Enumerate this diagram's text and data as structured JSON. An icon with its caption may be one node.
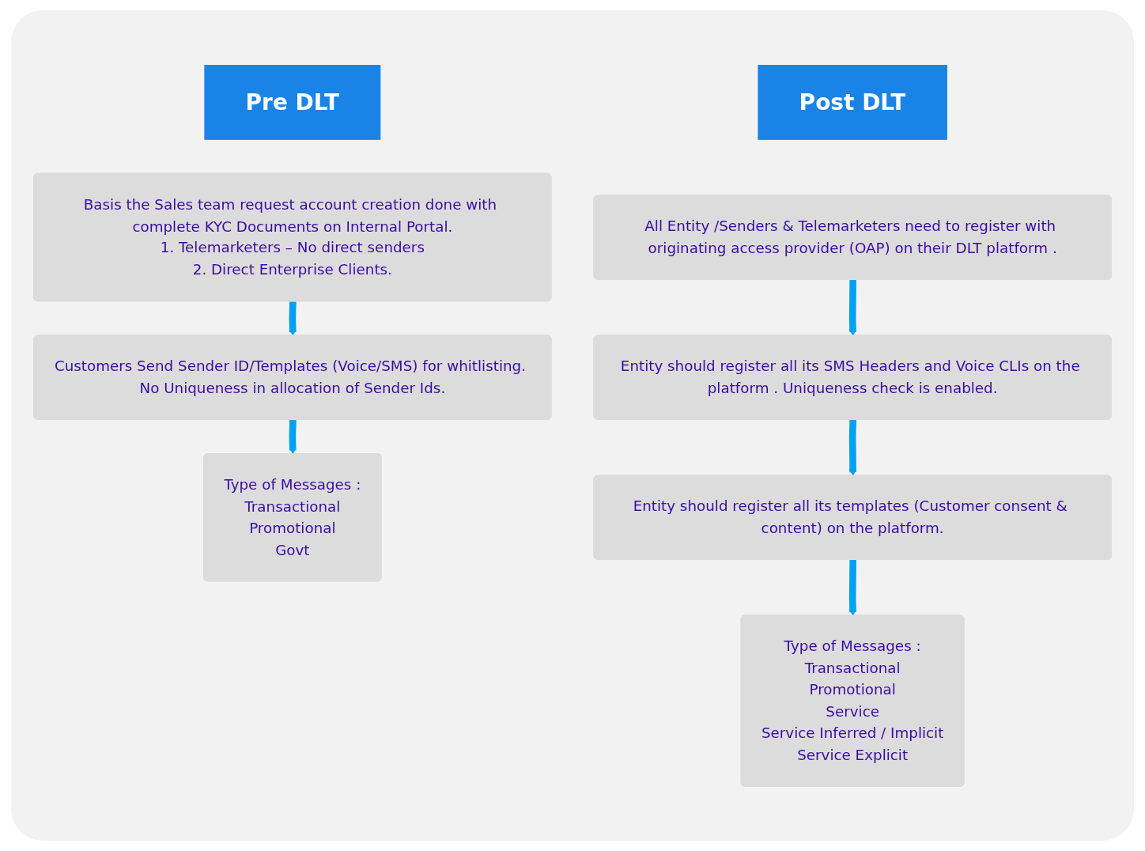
{
  "diagram": {
    "nodes": [
      {
        "text": [
          "Pre DLT"
        ]
      },
      {
        "text": [
          "Basis the Sales team request account creation done with complete KYC Documents on Internal Portal.",
          "1. Telemarketers – No direct senders",
          "2. Direct Enterprise Clients."
        ]
      },
      {
        "text": [
          "Customers Send Sender ID/Templates (Voice/SMS) for whitlisting. No Uniqueness in allocation of Sender Ids."
        ]
      },
      {
        "text": [
          "Type of Messages :",
          "Transactional",
          "Promotional",
          "Govt"
        ]
      },
      {
        "text": [
          "Post DLT"
        ]
      },
      {
        "text": [
          "All Entity /Senders & Telemarketers need to register with originating access provider (OAP) on their DLT platform ."
        ]
      },
      {
        "text": [
          "Entity should register all its SMS Headers and Voice CLIs on the platform . Uniqueness check is enabled."
        ]
      },
      {
        "text": [
          "Entity should register all its templates (Customer consent & content) on the platform."
        ]
      },
      {
        "text": [
          "Type of Messages :",
          "Transactional",
          "Promotional",
          "Service",
          "Service Inferred / Implicit",
          "Service Explicit"
        ]
      }
    ],
    "edges": [
      {
        "from": 1,
        "to": 2,
        "arrow": "to"
      },
      {
        "from": 2,
        "to": 3,
        "arrow": "to"
      },
      {
        "from": 5,
        "to": 6,
        "arrow": "to"
      },
      {
        "from": 6,
        "to": 7,
        "arrow": "to"
      },
      {
        "from": 7,
        "to": 8,
        "arrow": "to"
      }
    ]
  }
}
